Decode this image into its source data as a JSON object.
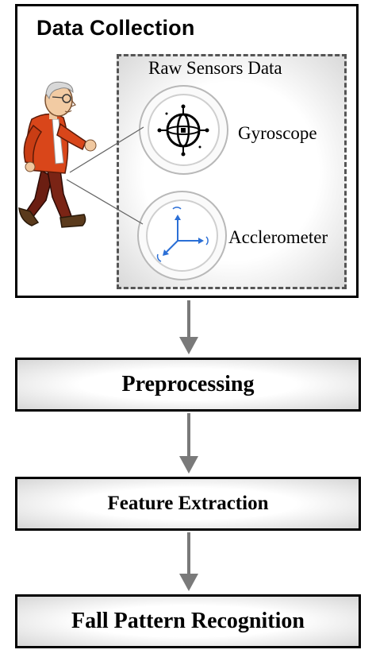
{
  "data_collection": {
    "title": "Data Collection",
    "raw_sensors_title": "Raw Sensors Data",
    "sensors": [
      {
        "label": "Gyroscope",
        "icon": "gyroscope-icon"
      },
      {
        "label": "Acclerometer",
        "icon": "accelerometer-icon"
      }
    ]
  },
  "steps": [
    {
      "label": "Preprocessing"
    },
    {
      "label": "Feature Extraction"
    },
    {
      "label": "Fall Pattern Recognition"
    }
  ],
  "colors": {
    "arrow": "#7a7a7a",
    "shirt": "#d9461a",
    "trousers": "#6b1e12",
    "accelerometer_axes": "#2b6fd6"
  }
}
